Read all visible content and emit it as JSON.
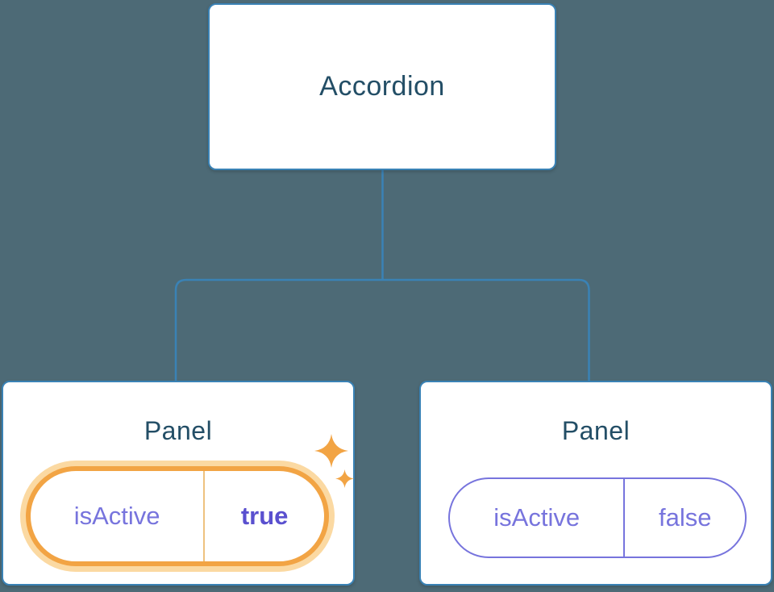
{
  "diagram": {
    "root": {
      "label": "Accordion"
    },
    "panels": [
      {
        "label": "Panel",
        "prop": {
          "name": "isActive",
          "value": "true"
        },
        "highlighted": true
      },
      {
        "label": "Panel",
        "prop": {
          "name": "isActive",
          "value": "false"
        },
        "highlighted": false
      }
    ]
  },
  "icons": {
    "sparkle": "four-pointed-star"
  },
  "colors": {
    "background": "#4d6a76",
    "card_bg": "#ffffff",
    "card_border": "#3a82b5",
    "connector": "#3a82b5",
    "label_text": "#234e66",
    "state_text": "#7774dd",
    "state_value_active": "#5a50cf",
    "active_border": "#f2a444",
    "active_glow": "#fbd9a2",
    "active_divider": "#eec27f",
    "inactive_border": "#7774dd",
    "sparkle": "#f2a444"
  }
}
